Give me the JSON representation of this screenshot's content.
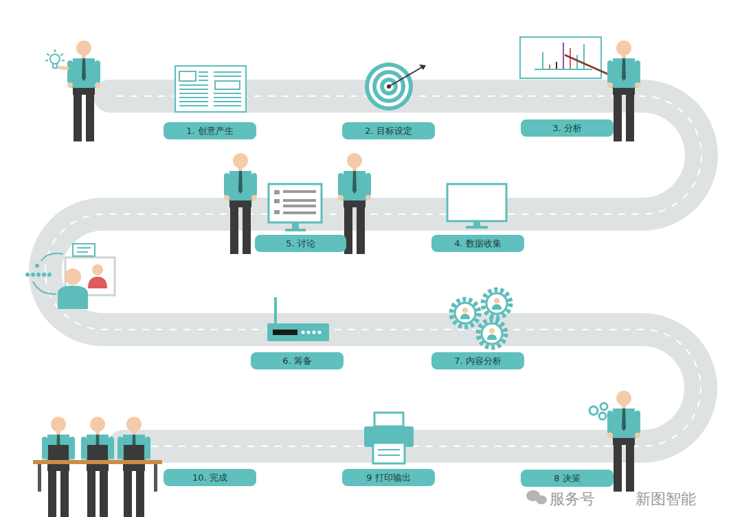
{
  "diagram": {
    "nodes": [
      {
        "text": [
          "1. 创意产生"
        ]
      },
      {
        "text": [
          "2. 目标设定"
        ]
      },
      {
        "text": [
          "3. 分析"
        ]
      },
      {
        "text": [
          "4. 数据收集"
        ]
      },
      {
        "text": [
          "5. 讨论"
        ]
      },
      {
        "text": [
          "6. 筹备"
        ]
      },
      {
        "text": [
          "7. 内容分析"
        ]
      },
      {
        "text": [
          "8 决策"
        ]
      },
      {
        "text": [
          "9 打印输出"
        ]
      },
      {
        "text": [
          "10. 完成"
        ]
      }
    ],
    "labels": [
      "服务号",
      "新图智能"
    ]
  }
}
